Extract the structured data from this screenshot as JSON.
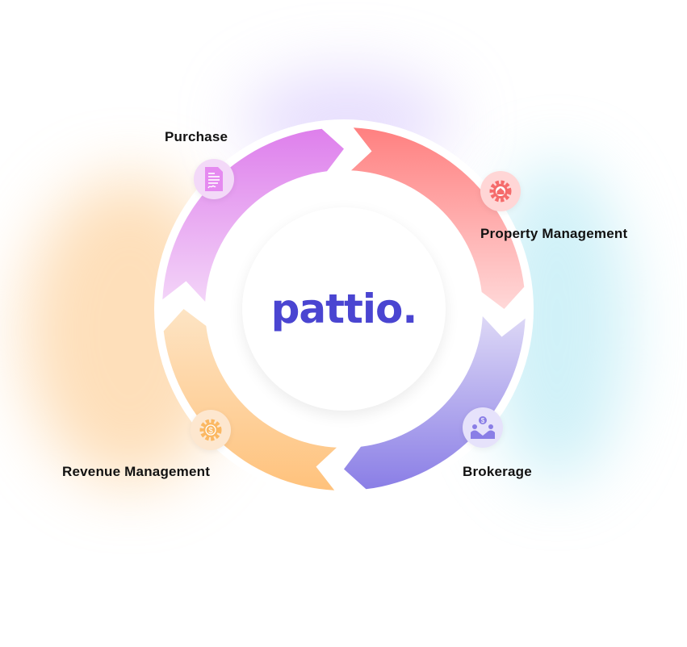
{
  "logo": "pattio.",
  "segments": [
    {
      "name": "Purchase",
      "icon": "document-signature-icon",
      "color_start": "#de7fec",
      "color_end": "#f3d4f8"
    },
    {
      "name": "Property Management",
      "icon": "gear-house-icon",
      "color_start": "#ff8080",
      "color_end": "#ffd8d8"
    },
    {
      "name": "Brokerage",
      "icon": "handshake-dollar-icon",
      "color_start": "#ddd8f6",
      "color_end": "#8a7ee6"
    },
    {
      "name": "Revenue Management",
      "icon": "gear-dollar-icon",
      "color_start": "#fde4c4",
      "color_end": "#ffc27c"
    }
  ],
  "brand_color": "#4a45d1"
}
